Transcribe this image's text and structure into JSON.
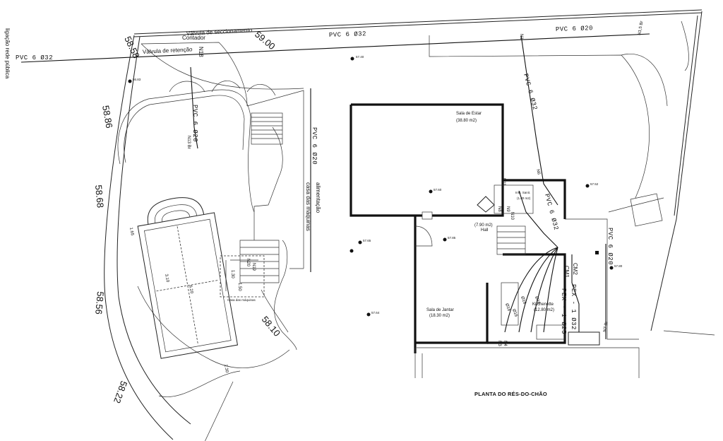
{
  "drawing": {
    "title": "PLANTA DO RÉS-DO-CHÃO",
    "public_connection": "ligação rede pública"
  },
  "pipe_labels": {
    "main_supply": "PVC 6 Ø32",
    "main_supply_2": "PVC 6 Ø32",
    "branch_right": "PVC 6 Ø20",
    "vertical_right": "PVC 6 Ø32",
    "machine_room_supply": "PVC 6 Ø20",
    "pool_branch": "PVC 6 Ø20",
    "kitchen_right": "PVC 6 Ø20",
    "stair_branch": "PVC 6 Ø32",
    "kitchen_pex_1": "PEX - 1 Ø32",
    "kitchen_pex_2": "PEX - 1 Ø25"
  },
  "fittings": {
    "counter": "Contador",
    "section_valve": "Válvula de seccionamento",
    "check_valve": "Válvula de retenção",
    "machine_room_feed": "alimentação",
    "machine_room_name": "casa das máquinas",
    "machine_room_small": "Casa das máquinas",
    "cm1": "CM1",
    "cm2": "CM2"
  },
  "nodes": {
    "n1": "N1",
    "n1_5": "N1,5 Br",
    "n6": "N6",
    "n7": "N7 Br",
    "n8": "N8",
    "n9": "N9",
    "n10": "N10",
    "n11": "N11",
    "n13": "N13 Br",
    "n18": "N18",
    "n19": "N19",
    "n20": "N20",
    "n3": "N3",
    "n4": "N4"
  },
  "rooms": {
    "living": {
      "name": "Sala de Estar",
      "area": "(38.80 m2)"
    },
    "hall": {
      "name": "Hall",
      "area": "(7.90 m2)"
    },
    "dining": {
      "name": "Sala de Jantar",
      "area": "(18.30 m2)"
    },
    "kitchenette": {
      "name": "Kitchenette",
      "area": "(12.80 m2)"
    },
    "wc_name": "Inst. Sanit.",
    "wc_area": "(1.80 m2)"
  },
  "elevations": {
    "e1": "58.58",
    "e2": "58.86",
    "e3": "58.68",
    "e4": "58.56",
    "e5": "58.22",
    "e6": "59.00",
    "e7": "58.10"
  },
  "spot_levels": {
    "s1": "57.40",
    "s2": "56.83",
    "s3": "57.60",
    "s4": "57.52",
    "s5": "57.85",
    "s6": "57.65",
    "s7": "57.80",
    "s8": "57.64"
  },
  "dimensions": {
    "pool_width": "3.10",
    "pool_length": "6.20",
    "pool_left": "1.65",
    "pool_bottom": "2.30",
    "machine_w": "1.30",
    "machine_h": "1.50"
  },
  "kitchen_pipes": [
    "Ø16",
    "Ø16",
    "Ø16",
    "Ø16"
  ]
}
